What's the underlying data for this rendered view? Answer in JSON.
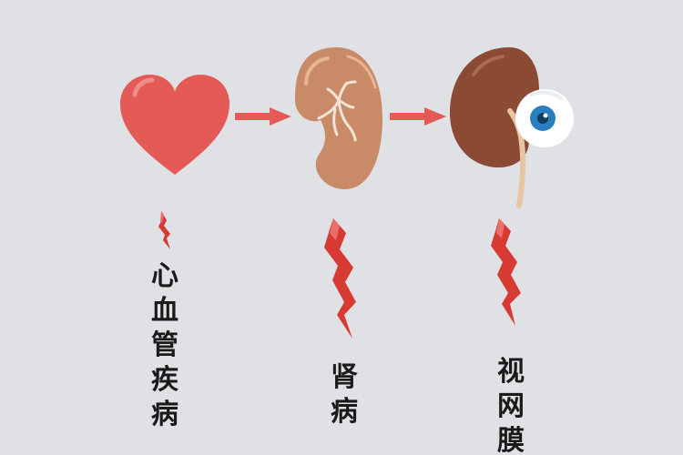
{
  "colors": {
    "background": "#dfe1e4",
    "heart": "#e45a56",
    "kidney_1": "#c98a68",
    "kidney_2": "#8b4a34",
    "arrow": "#e45a56",
    "bolt": "#d63a33",
    "iris": "#2a7fbf",
    "text": "#1a1a1a"
  },
  "icons": {
    "heart": "heart-icon",
    "kidney": "kidney-icon",
    "kidney_eye": "kidney-with-eye-icon",
    "arrow": "arrow-right-icon",
    "bolt": "lightning-bolt-icon"
  },
  "labels": [
    {
      "chars": [
        "心",
        "血",
        "管",
        "疾",
        "病"
      ]
    },
    {
      "chars": [
        "肾",
        "病"
      ]
    },
    {
      "chars": [
        "视",
        "网",
        "膜"
      ]
    }
  ]
}
